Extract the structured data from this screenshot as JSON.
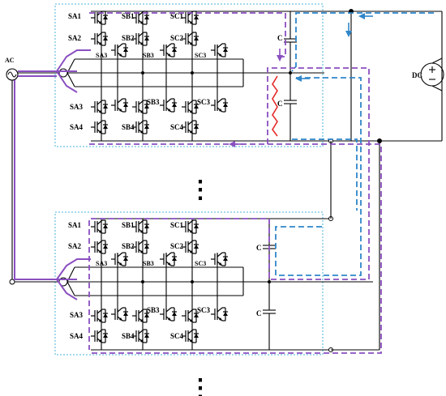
{
  "labels": {
    "ac": "AC",
    "dc": "DC",
    "capacitor": "C",
    "upper_switches_row1": [
      "SA1",
      "SB1",
      "SC1"
    ],
    "upper_switches_row2": [
      "SA2",
      "SB2",
      "SC2"
    ],
    "middle_switches": [
      "SA3",
      "SB3",
      "SC3"
    ],
    "lower_switches_row1": [
      "SA3",
      "SB3",
      "SC3"
    ],
    "lower_switches_row2": [
      "SA4",
      "SB4",
      "SC4"
    ],
    "ellipsis": "⋮"
  },
  "colors": {
    "wire": "#000000",
    "box": "#4ab3d8",
    "purple_path": "#8a4fc0",
    "blue_path": "#2f86c9",
    "red_path": "#e52b2b"
  },
  "icons": [
    "ac-source-icon",
    "dc-source-icon",
    "igbt-switch-icon",
    "capacitor-icon",
    "arrow-icon"
  ]
}
